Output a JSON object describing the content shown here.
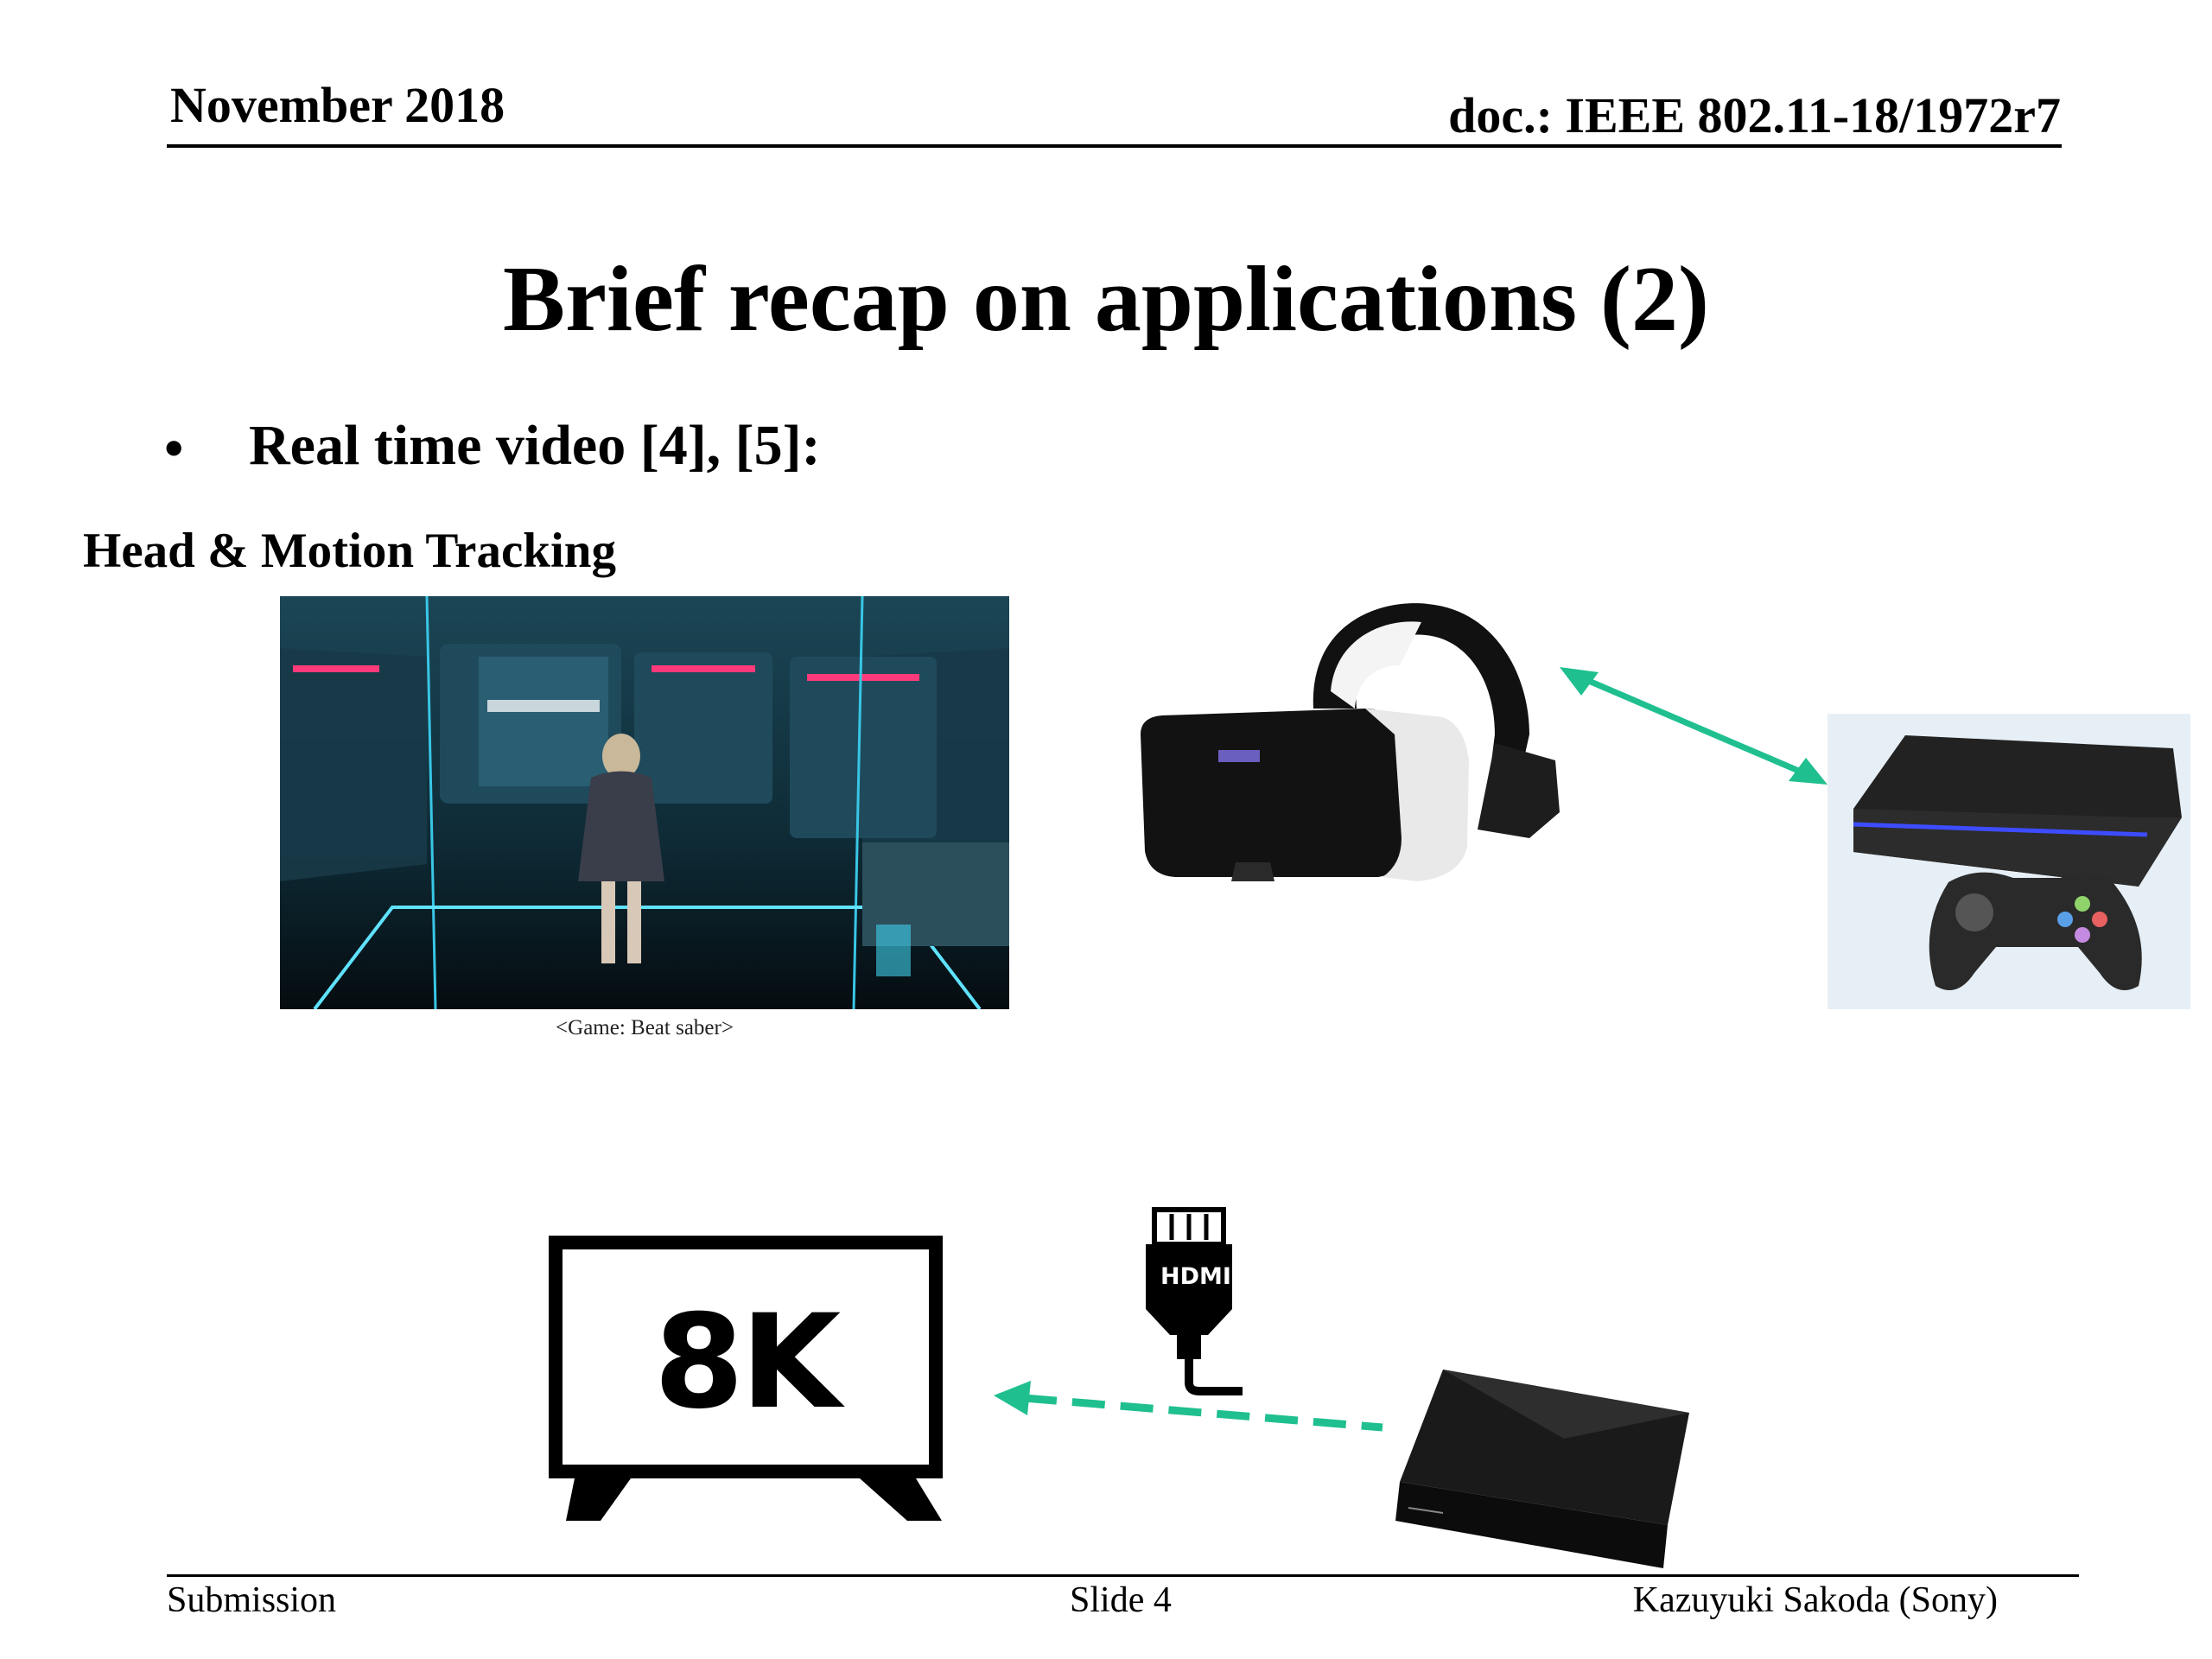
{
  "header": {
    "date": "November 2018",
    "doc": "doc.: IEEE 802.11-18/1972r7"
  },
  "slide": {
    "title": "Brief recap on applications (2)",
    "bullet_marker": "•",
    "bullet": "Real time video [4], [5]:",
    "subheading": "Head & Motion Tracking",
    "game_caption": "<Game: Beat saber>",
    "hdmi_label": "HDMI",
    "tv_label": "8K"
  },
  "colors": {
    "accent_arrow": "#1fbf8f",
    "rule": "#000000"
  },
  "icons": [
    "vr-headset-icon",
    "game-console-icon",
    "hdmi-cable-icon",
    "television-8k-icon",
    "bluray-player-icon"
  ],
  "footer": {
    "left": "Submission",
    "center": "Slide 4",
    "right": "Kazuyuki Sakoda (Sony)"
  }
}
